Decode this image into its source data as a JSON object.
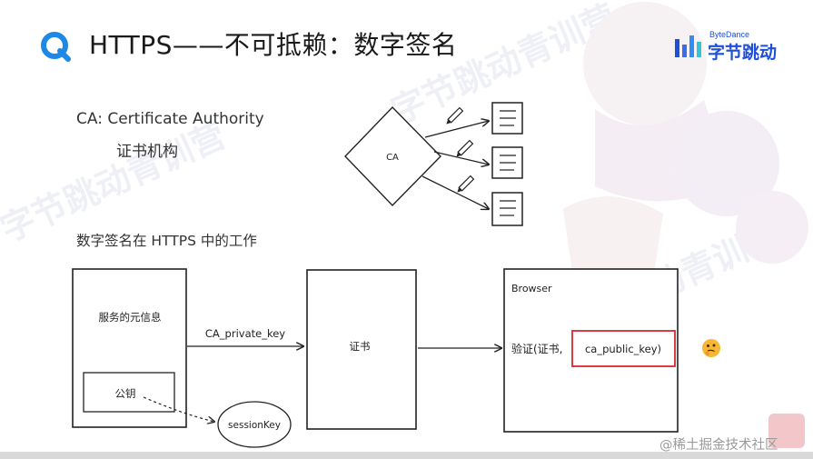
{
  "header": {
    "title": "HTTPS——不可抵赖：数字签名",
    "brand_top": "ByteDance",
    "brand_main": "字节跳动"
  },
  "background": {
    "watermark": "字节跳动青训营"
  },
  "intro": {
    "ca_line": "CA: Certificate Authority",
    "ca_sub": "证书机构"
  },
  "top_diagram": {
    "ca_label": "CA"
  },
  "section": {
    "heading": "数字签名在 HTTPS 中的工作"
  },
  "flow": {
    "server_box_label": "服务的元信息",
    "public_key_label": "公钥",
    "session_key_label": "sessionKey",
    "private_key_label": "CA_private_key",
    "certificate_label": "证书",
    "browser_title": "Browser",
    "verify_label": "验证(证书,",
    "public_key_arg": "ca_public_key)"
  },
  "footer": {
    "watermark": "@稀土掘金技术社区"
  },
  "colors": {
    "brand_blue": "#1f4fd8",
    "highlight_red": "#d9262c",
    "logo_blue": "#1e88e5"
  }
}
